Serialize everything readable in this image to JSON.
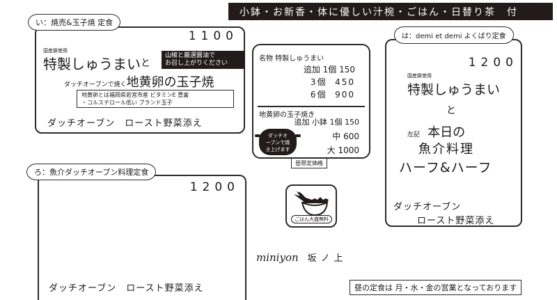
{
  "banner": {
    "text": "小鉢・お新香・体に優しい汁椀・ごはん・日替り茶　付"
  },
  "set_i": {
    "tab_label": "い：焼売&玉子焼 定食",
    "price": "1100",
    "pork_note": "国産豚使用",
    "shumai": "特製しゅうまい",
    "and": "と",
    "condiment_line1": "山椒と厳選醤油で",
    "condiment_line2": "お召し上がりください",
    "egg_prefix": "ダッチオーブンで焼く",
    "egg_title": "地黄卵の玉子焼",
    "egg_note_line1": "地黄卵とは福岡県若宮市産 ビタミンE 豊富",
    "egg_note_line2": "・コルステロール低い ブランド玉子",
    "side": "ダッチオーブン　ロースト野菜添え"
  },
  "set_ro": {
    "tab_label": "ろ：魚介ダッチオーブン料理定食",
    "price": "1200",
    "side": "ダッチオーブン　ロースト野菜添え"
  },
  "addons": {
    "shumai_title": "名物 特製しゅうまい",
    "shumai_rows": [
      {
        "qty": "追加 1個",
        "price": "150"
      },
      {
        "qty": "3個",
        "price": "450"
      },
      {
        "qty": "6個",
        "price": "900"
      }
    ],
    "egg_title": "地黄卵の玉子焼き",
    "egg_rows": [
      {
        "qty": "追加 小鉢 1個",
        "price": "150"
      },
      {
        "qty": "中",
        "price": "600"
      },
      {
        "qty": "大",
        "price": "1000"
      }
    ],
    "pot_badge_line1": "ダッチオ",
    "pot_badge_line2": "ーブンで焼",
    "pot_badge_line3": "き上げます",
    "lunch_only_label": "昼限定価格"
  },
  "set_ha": {
    "tab_label": "は：demi et demi よくばり定食",
    "price": "1200",
    "pork_note": "国産豚使用",
    "shumai": "特製しゅうまい",
    "and": "と",
    "left_note": "左記",
    "fish_line1": "本日の",
    "fish_line2": "魚介料理",
    "half_half": "ハーフ&ハーフ",
    "side_line1": "ダッチオーブン",
    "side_line2": "ロースト野菜添え"
  },
  "rice_badge": {
    "icon": "rice-bowl-icon",
    "label": "ごはん大盛無料"
  },
  "brand": {
    "name": "miniyon",
    "location": "坂ノ上"
  },
  "notice": {
    "text": "昼の定食は 月・水・金の営業となっております"
  },
  "colors": {
    "ink": "#231a1a",
    "paper": "#ffffff"
  }
}
